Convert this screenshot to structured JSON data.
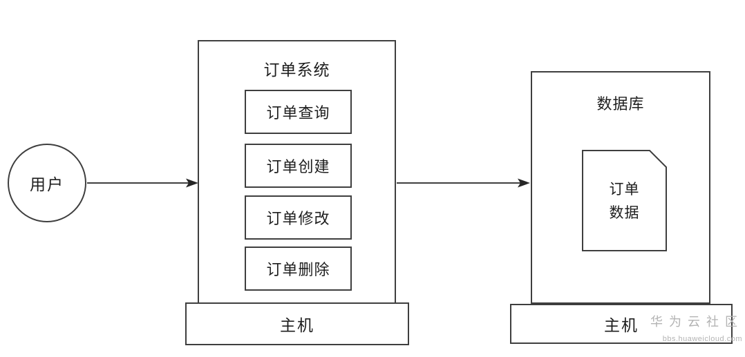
{
  "diagram": {
    "user": {
      "label": "用户"
    },
    "order_system": {
      "title": "订单系统",
      "modules": [
        {
          "label": "订单查询"
        },
        {
          "label": "订单创建"
        },
        {
          "label": "订单修改"
        },
        {
          "label": "订单删除"
        }
      ],
      "host_label": "主机"
    },
    "database": {
      "title": "数据库",
      "document": {
        "line1": "订单",
        "line2": "数据"
      },
      "host_label": "主机"
    },
    "watermark": {
      "community": "华为云社区",
      "url": "bbs.huaweicloud.com"
    },
    "colors": {
      "line": "#3e3e3e",
      "text": "#1e1e1e",
      "watermark": "#b3b3b3",
      "background": "#ffffff"
    }
  }
}
